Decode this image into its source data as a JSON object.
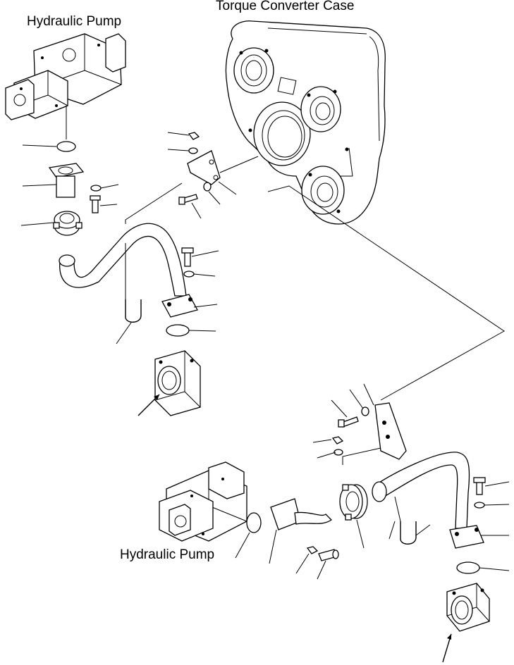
{
  "labels": {
    "torque_converter_case": "Torque Converter Case",
    "hydraulic_pump_top": "Hydraulic Pump",
    "hydraulic_pump_bottom": "Hydraulic Pump"
  },
  "colors": {
    "background": "#ffffff",
    "line": "#000000"
  }
}
